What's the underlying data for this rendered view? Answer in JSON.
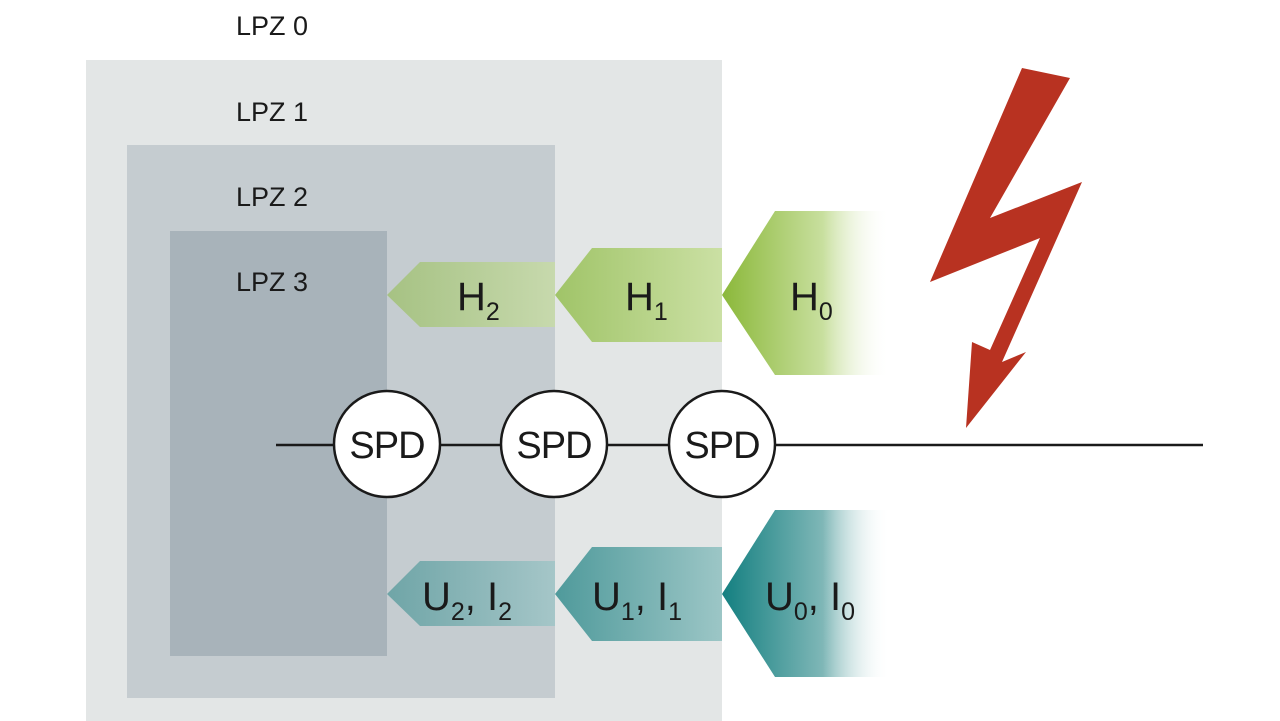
{
  "zones": {
    "lpz0": "LPZ 0",
    "lpz1": "LPZ 1",
    "lpz2": "LPZ 2",
    "lpz3": "LPZ 3"
  },
  "field_arrows": [
    {
      "main": "H",
      "sub": "2"
    },
    {
      "main": "H",
      "sub": "1"
    },
    {
      "main": "H",
      "sub": "0"
    }
  ],
  "surge_arrows": [
    {
      "u": "U",
      "u_sub": "2",
      "sep": ", ",
      "i": "I",
      "i_sub": "2"
    },
    {
      "u": "U",
      "u_sub": "1",
      "sep": ", ",
      "i": "I",
      "i_sub": "1"
    },
    {
      "u": "U",
      "u_sub": "0",
      "sep": ", ",
      "i": "I",
      "i_sub": "0"
    }
  ],
  "spd": [
    "SPD",
    "SPD",
    "SPD"
  ],
  "colors": {
    "lpz1": "#e3e6e6",
    "lpz2": "#c5ccd0",
    "lpz3": "#a8b3ba",
    "field_arrow": "#9bbe5a",
    "surge_arrow": "#2a8a8a",
    "lightning": "#b83221",
    "line": "#1a1a1a"
  },
  "icons": [
    "lightning-bolt-icon"
  ]
}
